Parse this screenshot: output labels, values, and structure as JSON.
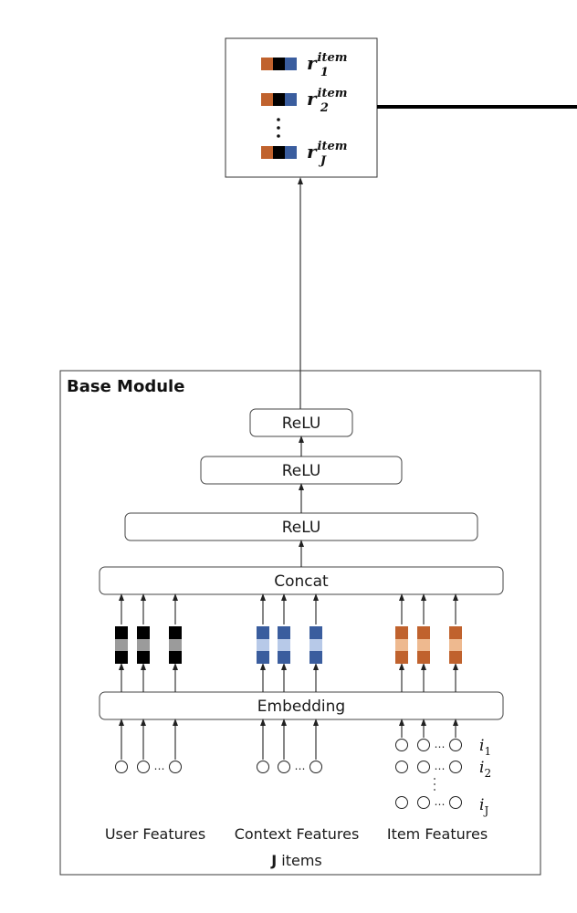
{
  "output": {
    "rows": [
      {
        "symbol": "r",
        "superscript": "item",
        "subscript": "1"
      },
      {
        "symbol": "r",
        "superscript": "item",
        "subscript": "2"
      },
      {
        "symbol": "r",
        "superscript": "item",
        "subscript": "J"
      }
    ],
    "colors": [
      "#c0622d",
      "#000000",
      "#3a5d9e"
    ]
  },
  "base_module": {
    "title": "Base Module",
    "layers": [
      "ReLU",
      "ReLU",
      "ReLU",
      "Concat",
      "Embedding"
    ],
    "feature_groups": [
      {
        "label": "User Features",
        "colors": {
          "dark": "#000000",
          "light": "#9b9b9b"
        }
      },
      {
        "label": "Context Features",
        "colors": {
          "dark": "#3a5d9e",
          "light": "#b7c9e8"
        }
      },
      {
        "label": "Item Features",
        "colors": {
          "dark": "#c0622d",
          "light": "#eeb98f"
        }
      }
    ],
    "input_ellipsis": "…",
    "item_index_labels": [
      {
        "symbol": "i",
        "subscript": "1"
      },
      {
        "symbol": "i",
        "subscript": "2"
      },
      {
        "symbol": "i",
        "subscript": "J"
      }
    ],
    "items_caption": {
      "bold": "J",
      "rest": " items"
    }
  }
}
